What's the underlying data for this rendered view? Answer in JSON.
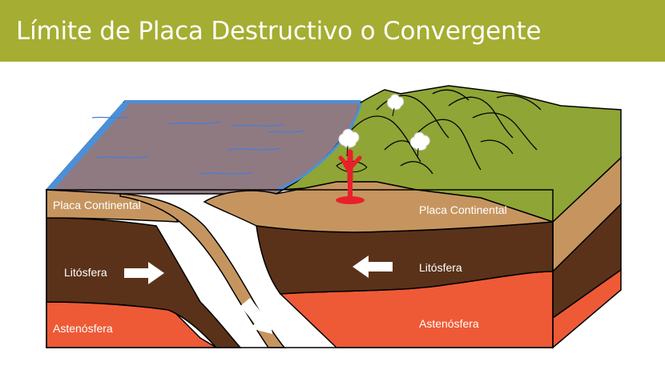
{
  "header": {
    "title": "Límite de Placa Destructivo o Convergente"
  },
  "labels": {
    "placa_continental_left": "Placa Continental",
    "placa_continental_right": "Placa Continental",
    "litosfera_left": "Litósfera",
    "litosfera_right": "Litósfera",
    "astenosfera_left": "Astenósfera",
    "astenosfera_right": "Astenósfera"
  },
  "colors": {
    "header_bg": "#a5ad32",
    "ocean": "#8f7a82",
    "ocean_edge": "#4a90d9",
    "land_green": "#8fa536",
    "crust_tan": "#c6955f",
    "lithosphere_brown": "#5a3219",
    "asthenosphere_red": "#ee5a36",
    "magma_red": "#e8202a"
  }
}
